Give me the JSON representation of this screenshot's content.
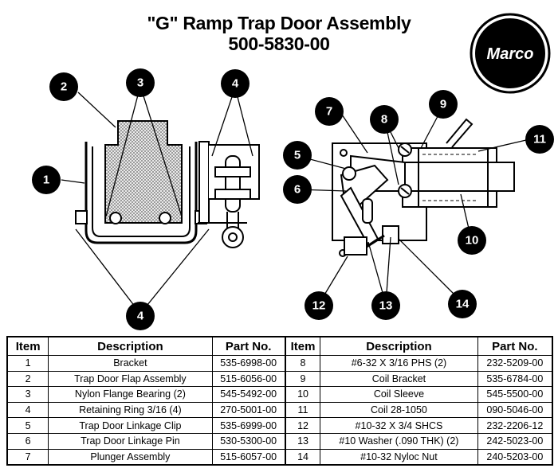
{
  "title": "\"G\" Ramp Trap Door Assembly",
  "part_number": "500-5830-00",
  "logo": {
    "text": "Marco",
    "icon": "marco-logo"
  },
  "callouts": [
    "1",
    "2",
    "3",
    "4",
    "4",
    "5",
    "6",
    "7",
    "8",
    "9",
    "10",
    "11",
    "12",
    "13",
    "14"
  ],
  "table": {
    "headers": [
      "Item",
      "Description",
      "Part No.",
      "Item",
      "Description",
      "Part No."
    ],
    "rows": [
      [
        {
          "item": "1",
          "desc": "Bracket",
          "part": "535-6998-00"
        },
        {
          "item": "8",
          "desc": "#6-32 X 3/16 PHS (2)",
          "part": "232-5209-00"
        }
      ],
      [
        {
          "item": "2",
          "desc": "Trap Door Flap Assembly",
          "part": "515-6056-00"
        },
        {
          "item": "9",
          "desc": "Coil Bracket",
          "part": "535-6784-00"
        }
      ],
      [
        {
          "item": "3",
          "desc": "Nylon Flange Bearing (2)",
          "part": "545-5492-00"
        },
        {
          "item": "10",
          "desc": "Coil Sleeve",
          "part": "545-5500-00"
        }
      ],
      [
        {
          "item": "4",
          "desc": "Retaining Ring 3/16 (4)",
          "part": "270-5001-00"
        },
        {
          "item": "11",
          "desc": "Coil 28-1050",
          "part": "090-5046-00"
        }
      ],
      [
        {
          "item": "5",
          "desc": "Trap Door Linkage Clip",
          "part": "535-6999-00"
        },
        {
          "item": "12",
          "desc": "#10-32 X 3/4 SHCS",
          "part": "232-2206-12"
        }
      ],
      [
        {
          "item": "6",
          "desc": "Trap Door Linkage Pin",
          "part": "530-5300-00"
        },
        {
          "item": "13",
          "desc": "#10 Washer (.090 THK) (2)",
          "part": "242-5023-00"
        }
      ],
      [
        {
          "item": "7",
          "desc": "Plunger Assembly",
          "part": "515-6057-00"
        },
        {
          "item": "14",
          "desc": "#10-32 Nyloc Nut",
          "part": "240-5203-00"
        }
      ]
    ]
  }
}
